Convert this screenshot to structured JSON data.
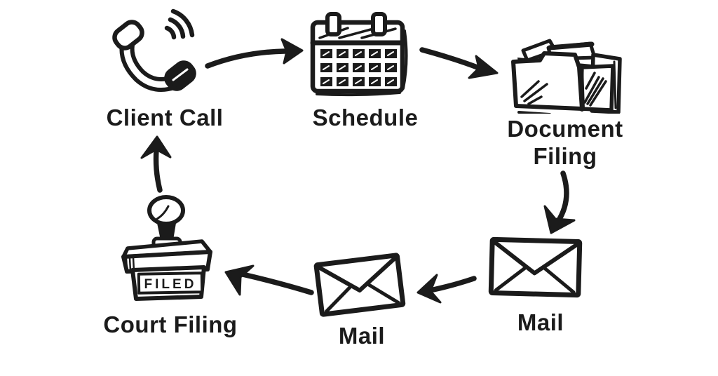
{
  "canvas": {
    "background": "#ffffff",
    "ink_color": "#1b1b1b"
  },
  "diagram": {
    "type": "flowchart-cycle",
    "style": "hand-drawn-sketch",
    "nodes": [
      {
        "id": "client-call",
        "label": "Client Call",
        "icon": "phone-icon"
      },
      {
        "id": "schedule",
        "label": "Schedule",
        "icon": "calendar-icon"
      },
      {
        "id": "document-filing",
        "label": "Document Filing",
        "icon": "folder-icon"
      },
      {
        "id": "mail-1",
        "label": "Mail",
        "icon": "envelope-icon"
      },
      {
        "id": "mail-2",
        "label": "Mail",
        "icon": "envelope-icon"
      },
      {
        "id": "court-filing",
        "label": "Court Filing",
        "icon": "stamp-icon",
        "stamp_text": "FILED"
      }
    ],
    "edges": [
      {
        "from": "client-call",
        "to": "schedule",
        "direction": "right"
      },
      {
        "from": "schedule",
        "to": "document-filing",
        "direction": "right-down"
      },
      {
        "from": "document-filing",
        "to": "mail-1",
        "direction": "down"
      },
      {
        "from": "mail-1",
        "to": "mail-2",
        "direction": "left"
      },
      {
        "from": "mail-2",
        "to": "court-filing",
        "direction": "left"
      },
      {
        "from": "court-filing",
        "to": "client-call",
        "direction": "up"
      }
    ]
  }
}
